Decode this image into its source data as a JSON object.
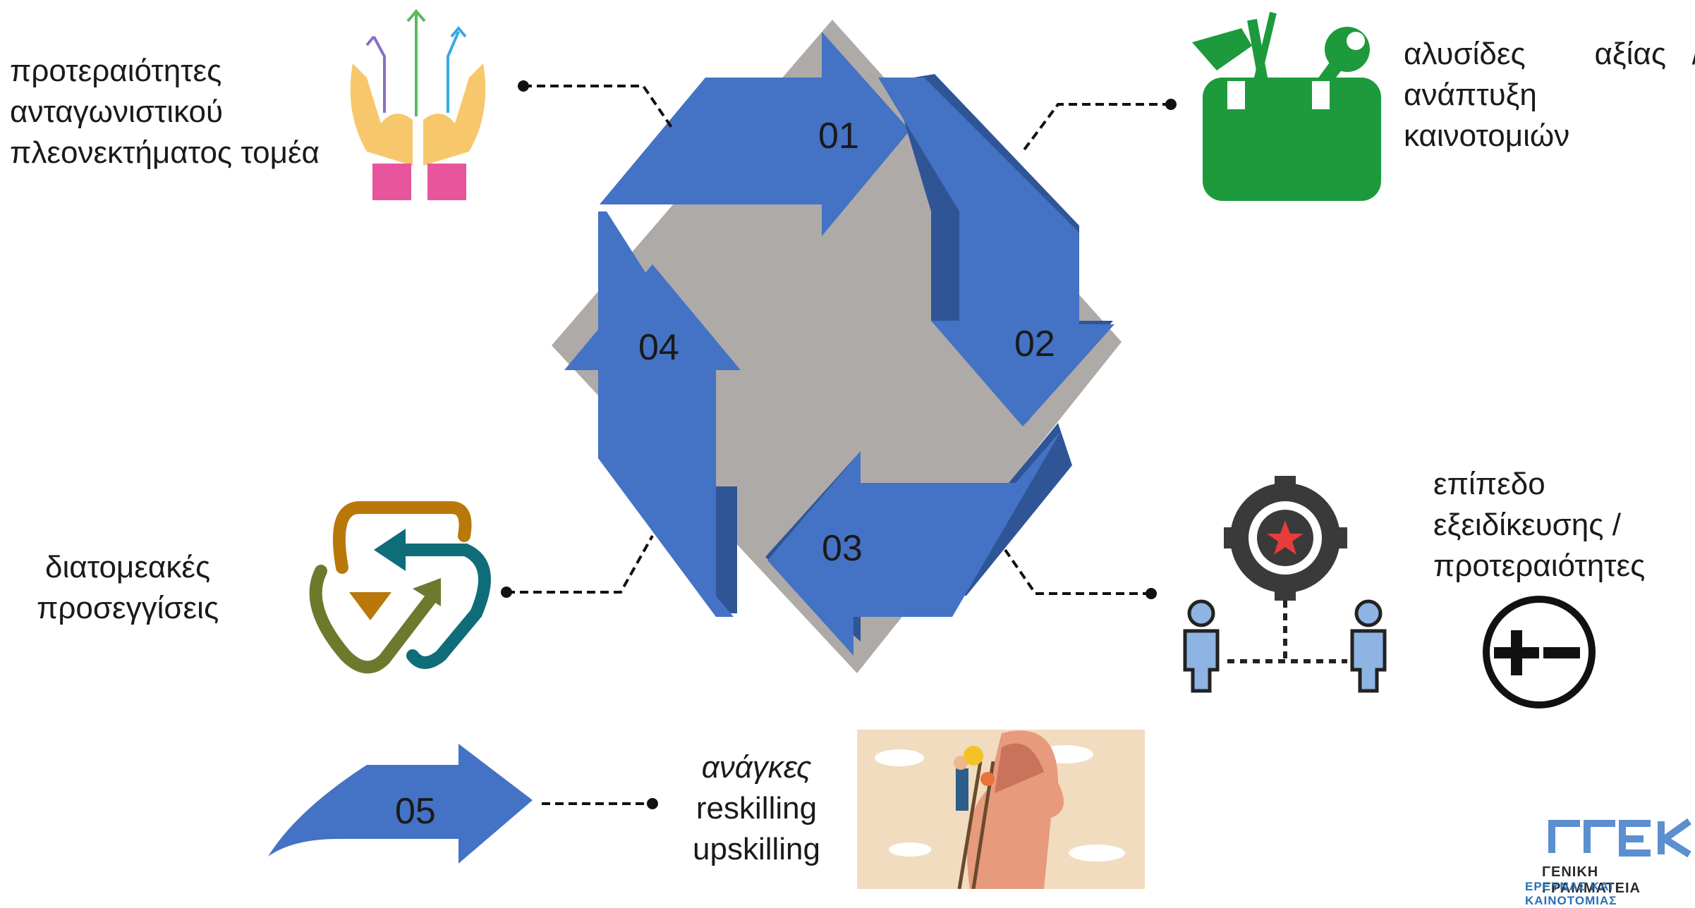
{
  "steps": [
    "01",
    "02",
    "03",
    "04",
    "05"
  ],
  "labels": {
    "top_left": [
      "προτεραιότητες",
      "ανταγωνιστικού",
      "πλεονεκτήματος τομέα"
    ],
    "top_right_line1": "αλυσίδες        αξίας   /",
    "top_right_line2": "ανάπτυξη",
    "top_right_line3": "καινοτομιών",
    "middle_left": [
      "διατομεακές",
      "προσεγγίσεις"
    ],
    "middle_right": [
      "επίπεδο",
      "εξειδίκευσης /",
      "προτεραιότητες"
    ],
    "bottom_italic": "ανάγκες",
    "bottom_rest": [
      "reskilling",
      "upskilling"
    ]
  },
  "logo": {
    "line1": "ΓΕΝΙΚΗ ΓΡΑΜΜΑΤΕΙΑ",
    "line2": "ΕΡΕΥΝΑΣ ΚΑΙ ΚΑΙΝΟΤΟΜΙΑΣ"
  },
  "icons": {
    "top_left": "hands-growth-arrows-icon",
    "top_right": "toolbox-icon",
    "middle_left": "cycle-arrows-icon",
    "middle_right": "gear-people-network-icon",
    "plus_minus": "plus-minus-icon",
    "bottom": "head-ladder-illustration"
  },
  "colors": {
    "arrow_blue": "#4472c4",
    "arrow_dark_blue": "#2f5597",
    "shape_gray": "#aeaaa8",
    "toolbox_green": "#1d9a3c"
  }
}
